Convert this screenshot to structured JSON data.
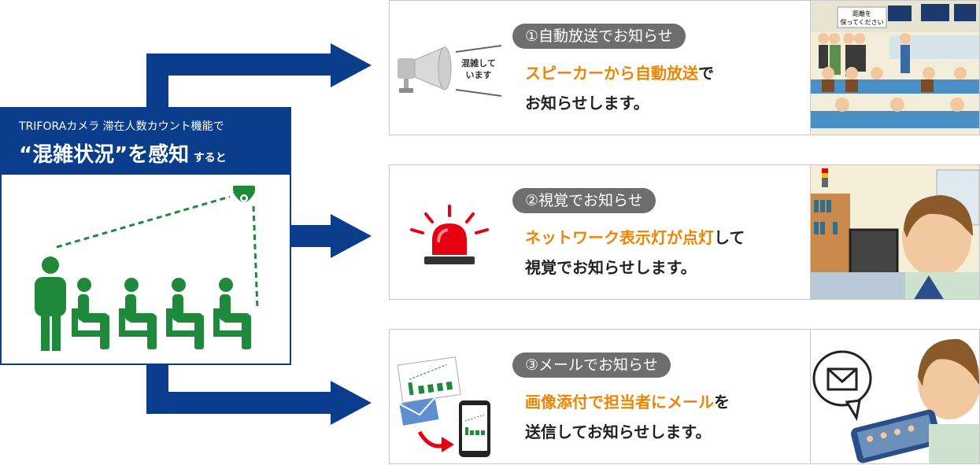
{
  "left_panel": {
    "subtitle": "TRIFORAカメラ 滞在人数カウント機能で",
    "headline": "“混雑状況”を感知",
    "headline_suffix": "すると"
  },
  "cards": [
    {
      "title": "①自動放送でお知らせ",
      "desc_orange": "スピーカーから自動放送",
      "desc_rest": "で",
      "desc_line2": "お知らせします。",
      "icon_label_1": "混雑して",
      "icon_label_2": "います",
      "sign_1": "距離を",
      "sign_2": "保ってください",
      "icon": "speaker-icon"
    },
    {
      "title": "②視覚でお知らせ",
      "desc_orange": "ネットワーク表示灯が点灯",
      "desc_rest": "して",
      "desc_line2": "視覚でお知らせします。",
      "icon": "warning-light-icon"
    },
    {
      "title": "③メールでお知らせ",
      "desc_orange": "画像添付で担当者にメール",
      "desc_rest": "を",
      "desc_line2": "送信してお知らせします。",
      "icon": "mail-icon"
    }
  ],
  "colors": {
    "navy": "#0a3e8c",
    "green": "#1f8a3b",
    "orange": "#f08300",
    "gray_pill": "#6e6e6e"
  }
}
